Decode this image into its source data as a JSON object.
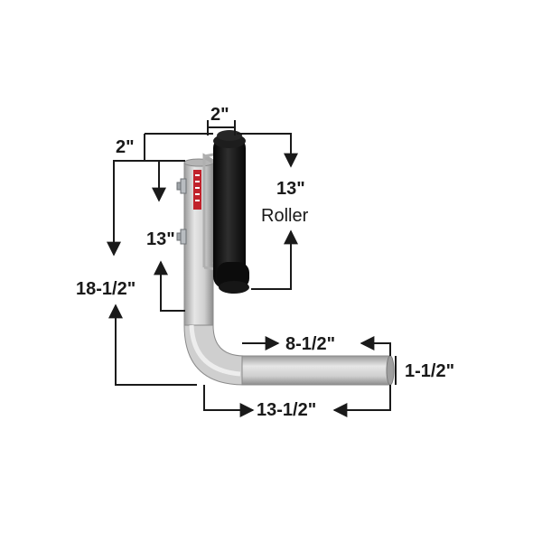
{
  "dimensions": {
    "roller_width": "2\"",
    "roller_offset": "2\"",
    "roller_length": "13\"",
    "roller_word": "Roller",
    "upright_span": "13\"",
    "total_height": "18-1/2\"",
    "arm_span": "8-1/2\"",
    "tube_size": "1-1/2\"",
    "total_reach": "13-1/2\""
  },
  "colors": {
    "tube_light": "#e2e2e2",
    "tube_mid": "#bdbdbd",
    "tube_dark": "#8e8e8e",
    "roller": "#141414",
    "dimension_line": "#1a1a1a",
    "label_badge": "#c0222b"
  }
}
